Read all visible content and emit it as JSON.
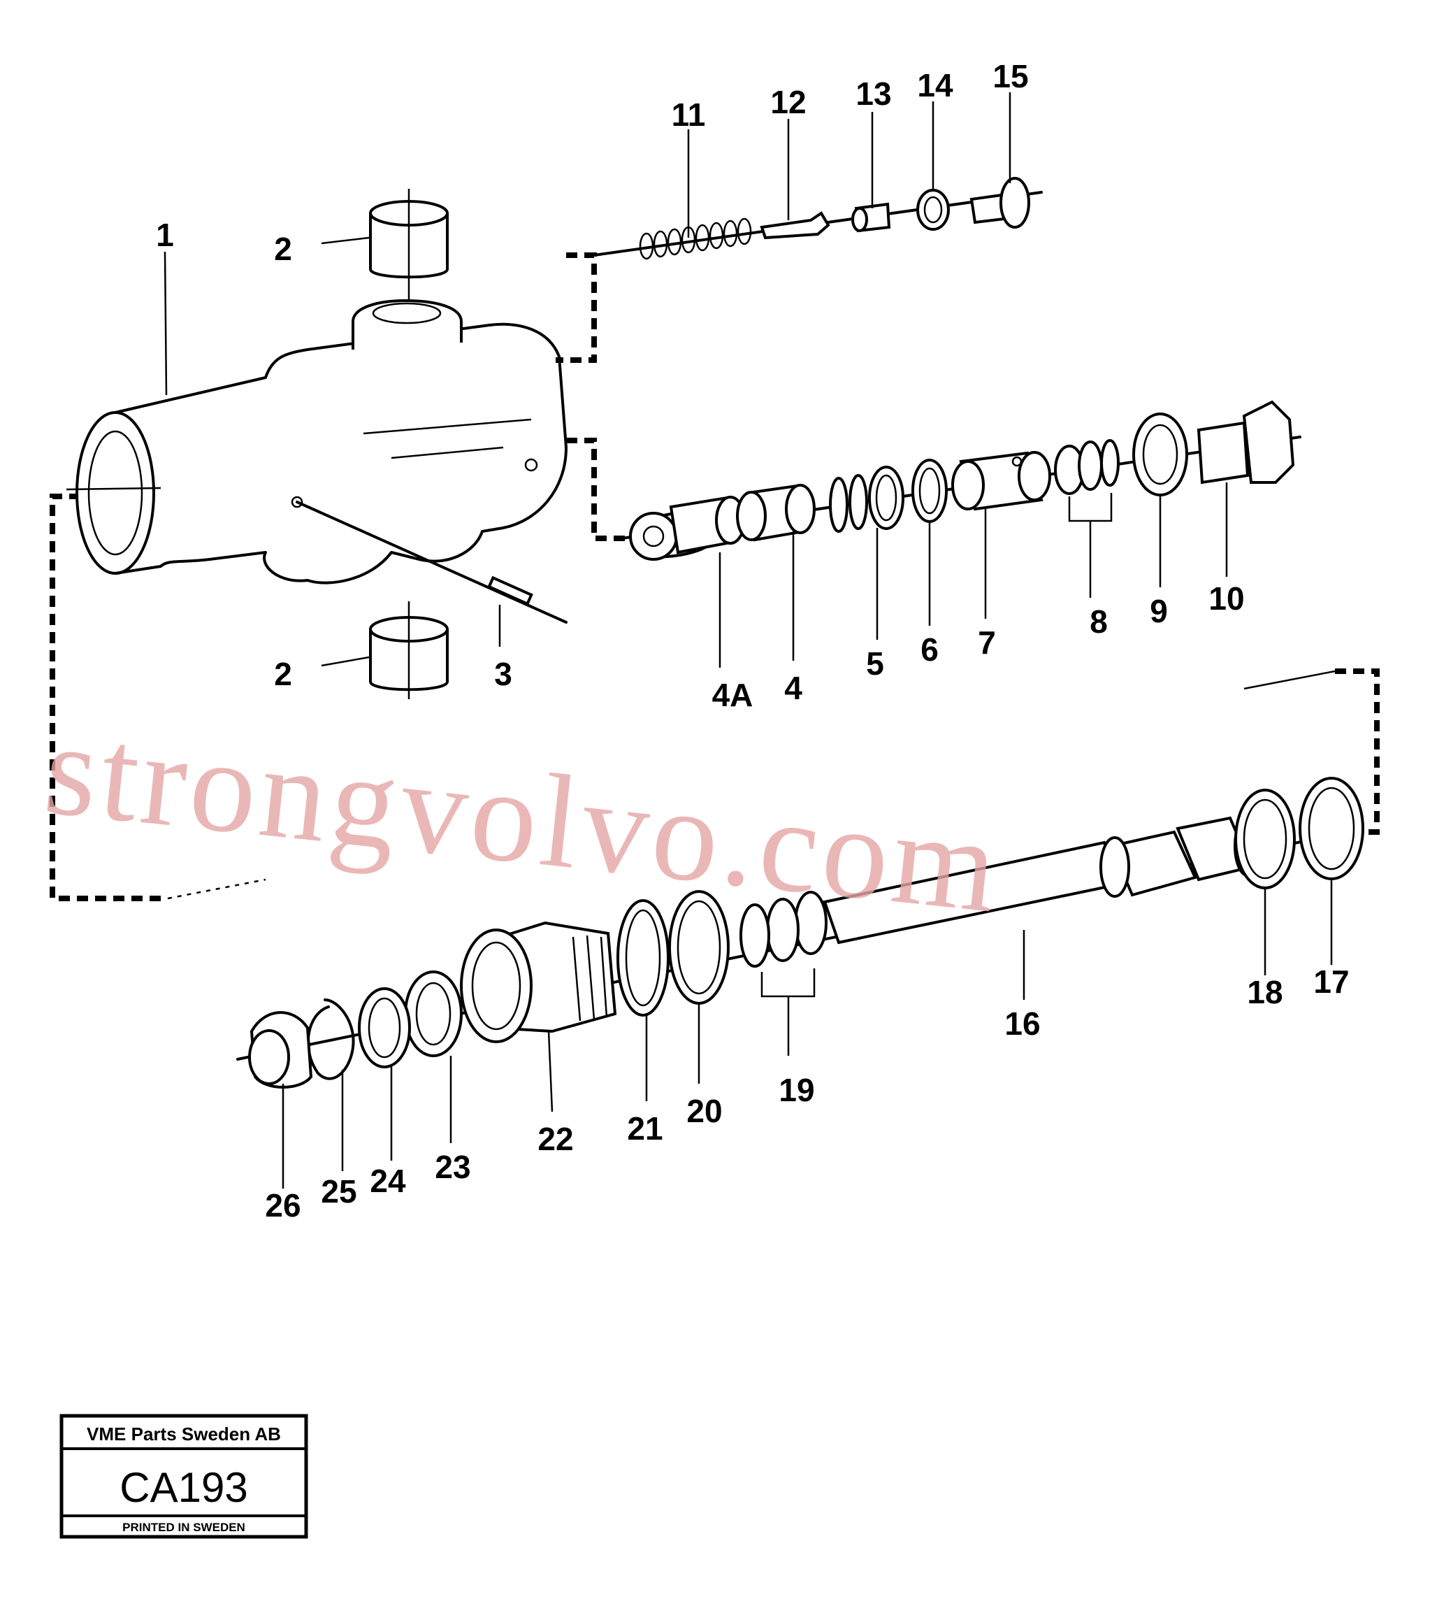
{
  "diagram": {
    "parts": [
      {
        "id": "1",
        "label": "1"
      },
      {
        "id": "2a",
        "label": "2"
      },
      {
        "id": "2b",
        "label": "2"
      },
      {
        "id": "3",
        "label": "3"
      },
      {
        "id": "4A",
        "label": "4A"
      },
      {
        "id": "4",
        "label": "4"
      },
      {
        "id": "5",
        "label": "5"
      },
      {
        "id": "6",
        "label": "6"
      },
      {
        "id": "7",
        "label": "7"
      },
      {
        "id": "8",
        "label": "8"
      },
      {
        "id": "9",
        "label": "9"
      },
      {
        "id": "10",
        "label": "10"
      },
      {
        "id": "11",
        "label": "11"
      },
      {
        "id": "12",
        "label": "12"
      },
      {
        "id": "13",
        "label": "13"
      },
      {
        "id": "14",
        "label": "14"
      },
      {
        "id": "15",
        "label": "15"
      },
      {
        "id": "16",
        "label": "16"
      },
      {
        "id": "17",
        "label": "17"
      },
      {
        "id": "18",
        "label": "18"
      },
      {
        "id": "19",
        "label": "19"
      },
      {
        "id": "20",
        "label": "20"
      },
      {
        "id": "21",
        "label": "21"
      },
      {
        "id": "22",
        "label": "22"
      },
      {
        "id": "23",
        "label": "23"
      },
      {
        "id": "24",
        "label": "24"
      },
      {
        "id": "25",
        "label": "25"
      },
      {
        "id": "26",
        "label": "26"
      }
    ]
  },
  "watermark": "strongvolvo.com",
  "title_block": {
    "company": "VME Parts Sweden AB",
    "code": "CA193",
    "printed": "PRINTED IN SWEDEN"
  },
  "colors": {
    "line": "#000000",
    "watermark": "#e6a6a6",
    "background": "#ffffff"
  }
}
